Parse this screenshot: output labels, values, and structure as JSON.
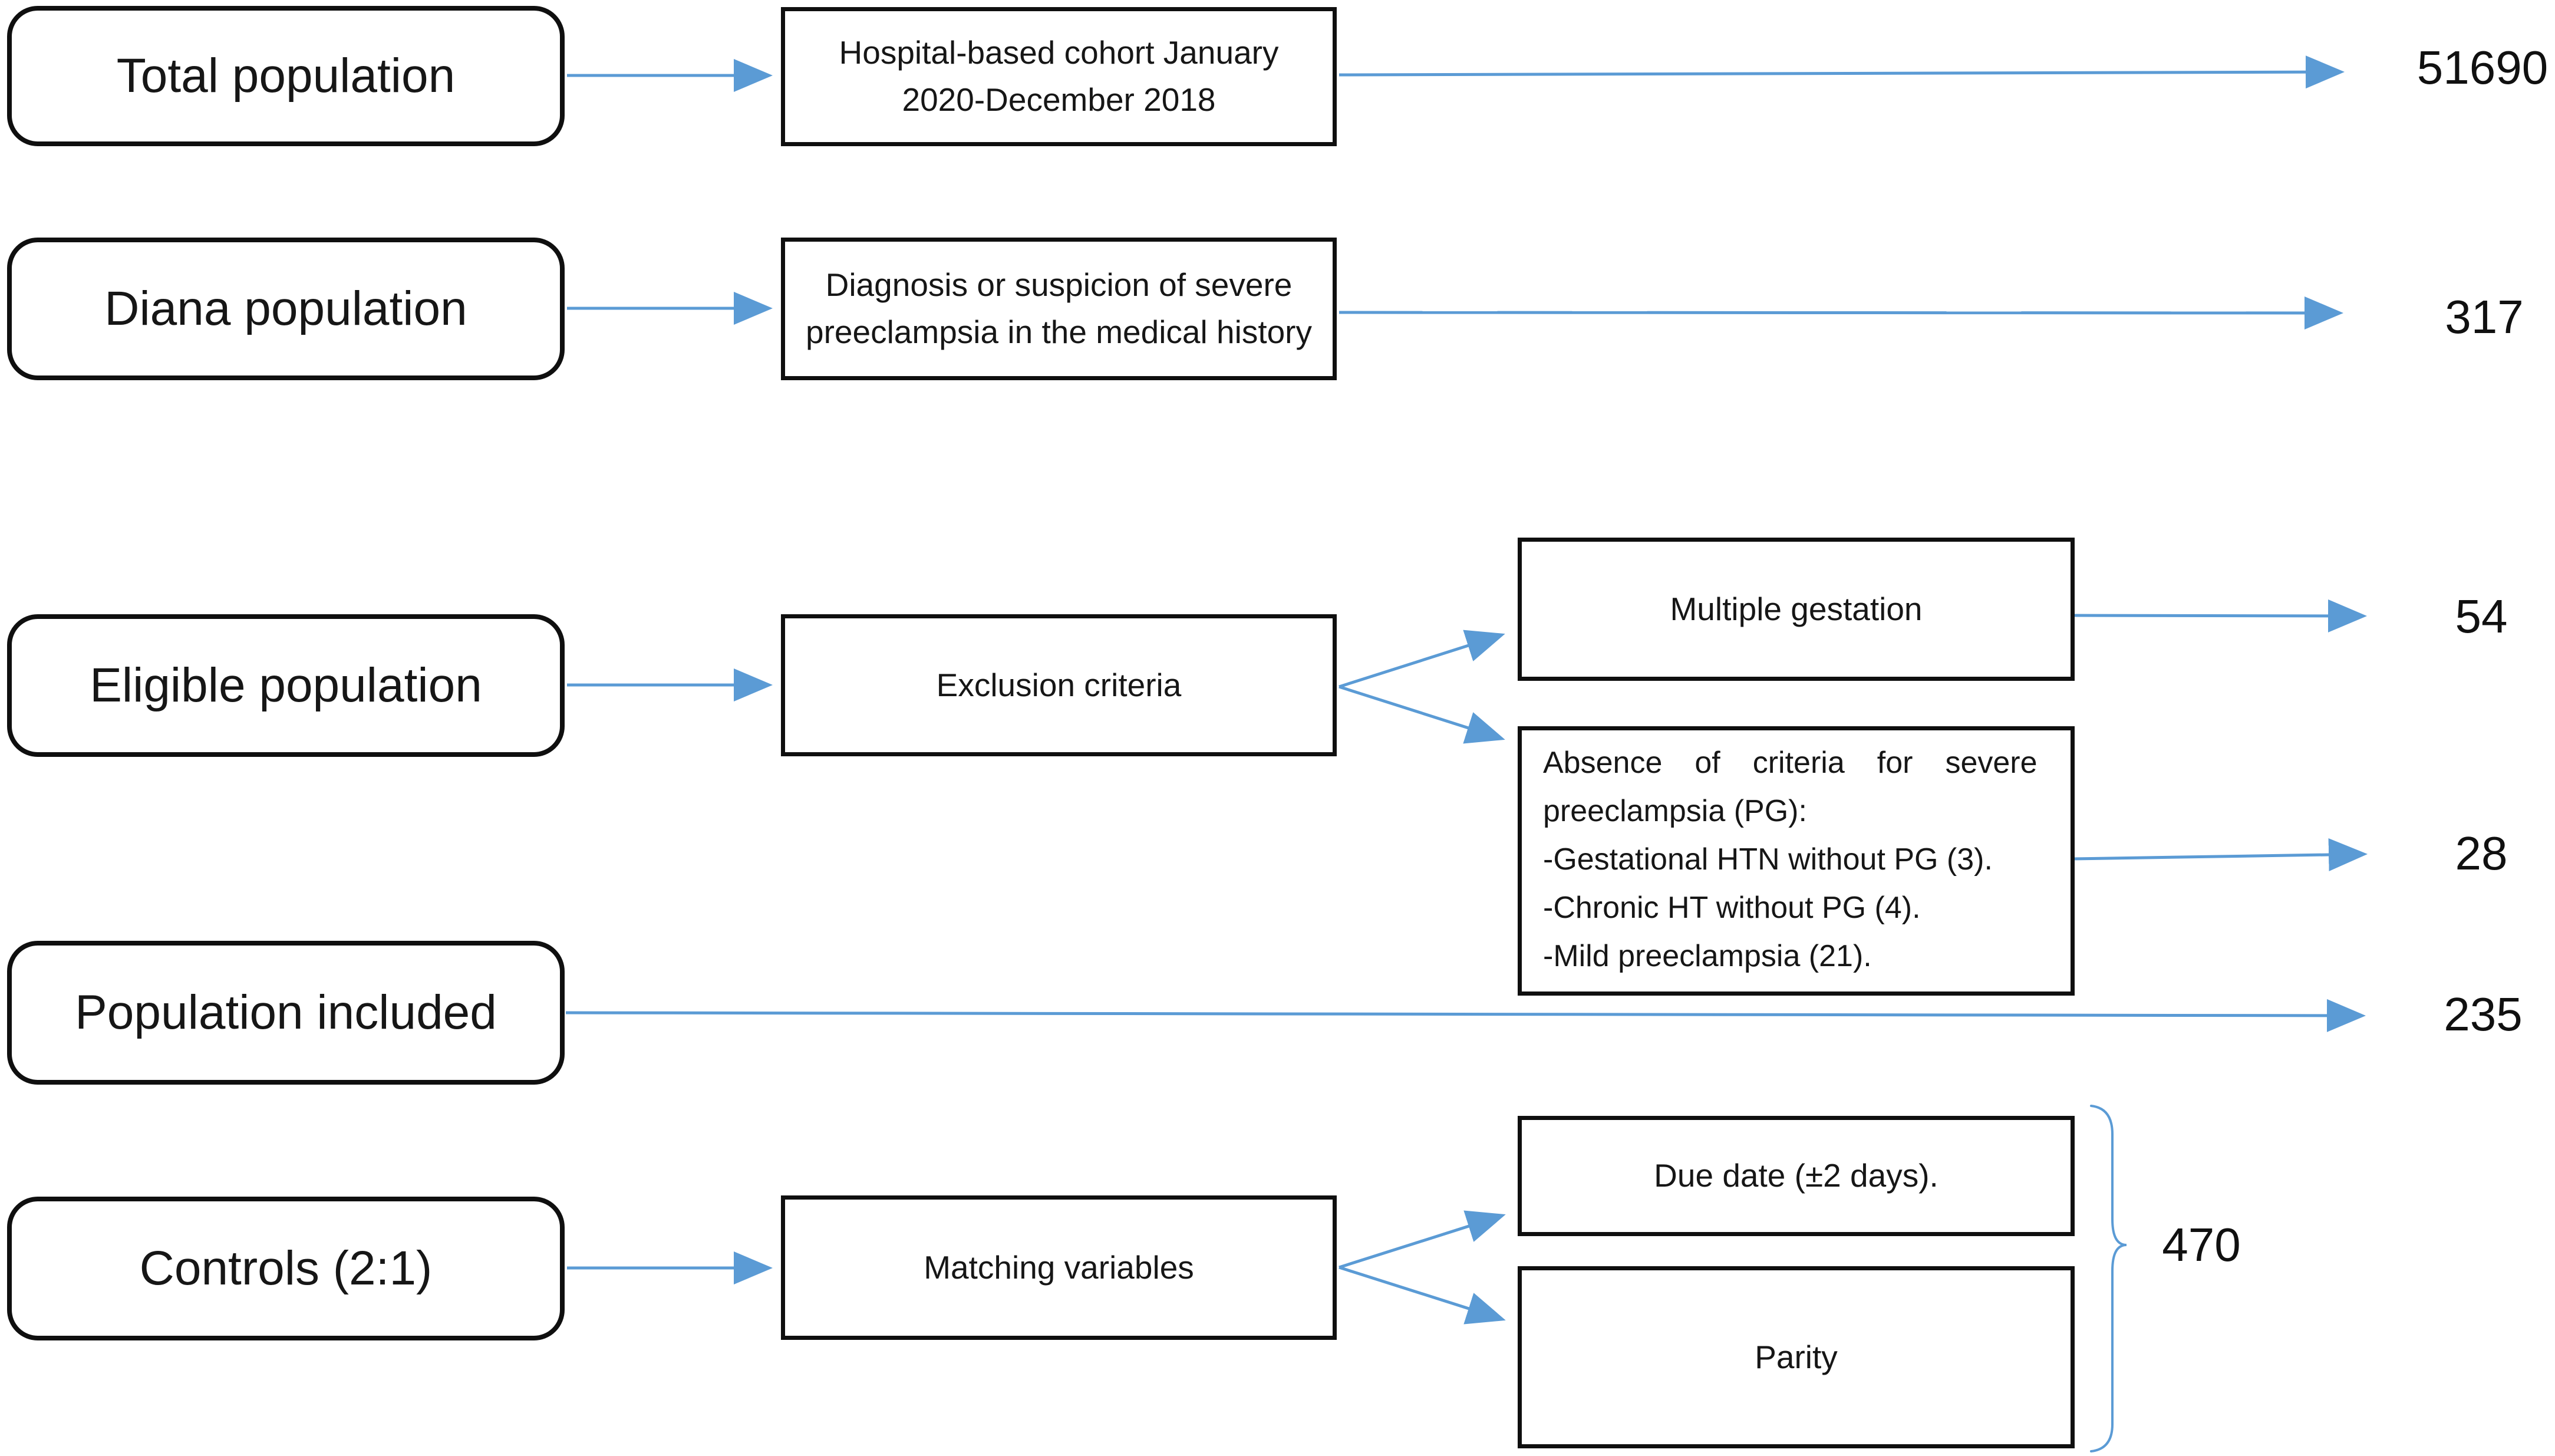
{
  "accent_color": "#5B9BD5",
  "stages": {
    "total": {
      "label": "Total population",
      "box_lines": [
        "Hospital-based cohort January",
        "2020-December 2018"
      ],
      "count": "51690"
    },
    "diana": {
      "label": "Diana population",
      "box_lines": [
        "Diagnosis or suspicion of severe",
        "preeclampsia in the medical history"
      ],
      "count": "317"
    },
    "eligible": {
      "label": "Eligible population",
      "box": "Exclusion criteria",
      "exclusions": {
        "multiple_gestation": {
          "label": "Multiple gestation",
          "count": "54"
        },
        "absence": {
          "lines": [
            "Absence of criteria for severe",
            "preeclampsia (PG):",
            "-Gestational HTN without PG (3).",
            "-Chronic HT without PG (4).",
            "-Mild preeclampsia (21)."
          ],
          "count": "28"
        }
      }
    },
    "included": {
      "label": "Population included",
      "count": "235"
    },
    "controls": {
      "label": "Controls (2:1)",
      "box": "Matching variables",
      "matching": {
        "due_date": "Due date (±2 days).",
        "parity": "Parity"
      },
      "count": "470"
    }
  }
}
